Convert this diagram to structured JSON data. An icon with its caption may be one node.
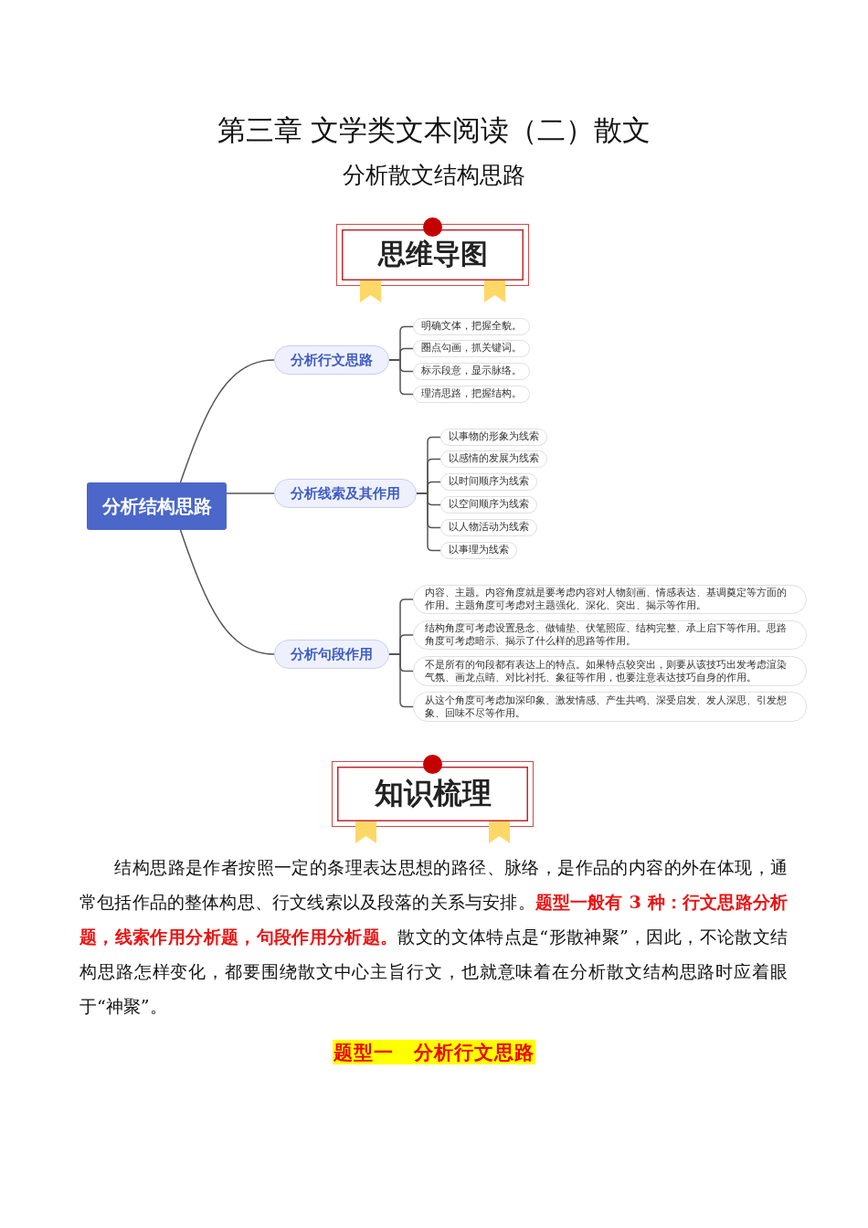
{
  "diagram": {
    "title": "第三章 文学类文本阅读（二）散文",
    "nodes": [
      {
        "text": [
          "思维导图"
        ]
      },
      {
        "text": [
          "分析结构思路"
        ]
      },
      {
        "text": [
          "分析行文思路"
        ]
      },
      {
        "text": [
          "明确文体，把握全貌。"
        ]
      },
      {
        "text": [
          "圈点勾画，抓关键词。"
        ]
      },
      {
        "text": [
          "标示段意，显示脉络。"
        ]
      },
      {
        "text": [
          "理清思路，把握结构。"
        ]
      },
      {
        "text": [
          "分析线索及其作用"
        ]
      },
      {
        "text": [
          "以事物的形象为线索"
        ]
      },
      {
        "text": [
          "以感情的发展为线索"
        ]
      },
      {
        "text": [
          "以时间顺序为线索"
        ]
      },
      {
        "text": [
          "以空间顺序为线索"
        ]
      },
      {
        "text": [
          "以人物活动为线索"
        ]
      },
      {
        "text": [
          "以事理为线索"
        ]
      },
      {
        "text": [
          "分析句段作用"
        ]
      },
      {
        "text": [
          "内容、主题。内容角度就是要考虑内容对人物刻画、情感表达、基调奠定等方面的作用。主题角度可考虑对主题强化、深化、突出、揭示等作用。"
        ]
      },
      {
        "text": [
          "结构角度可考虑设置悬念、做铺垫、伏笔照应、结构完整、承上启下等作用。思路角度可考虑暗示、揭示了什么样的思路等作用。"
        ]
      },
      {
        "text": [
          "不是所有的句段都有表达上的特点。如果特点较突出，则要从该技巧出发考虑渲染气氛、画龙点睛、对比衬托、象征等作用，也要注意表达技巧自身的作用。"
        ]
      },
      {
        "text": [
          "从这个角度可考虑加深印象、激发情感、产生共鸣、深受启发、发人深思、引发想象、回味不尽等作用。"
        ]
      },
      {
        "text": [
          "知识梳理"
        ]
      },
      {
        "text": [
          "题型一　分析行文思路"
        ]
      }
    ],
    "edges": [
      {
        "from": 1,
        "to": 2,
        "arrow": "none"
      },
      {
        "from": 1,
        "to": 7,
        "arrow": "none"
      },
      {
        "from": 1,
        "to": 14,
        "arrow": "none"
      },
      {
        "from": 2,
        "to": 3,
        "arrow": "none"
      },
      {
        "from": 2,
        "to": 4,
        "arrow": "none"
      },
      {
        "from": 2,
        "to": 5,
        "arrow": "none"
      },
      {
        "from": 2,
        "to": 6,
        "arrow": "none"
      },
      {
        "from": 7,
        "to": 8,
        "arrow": "none"
      },
      {
        "from": 7,
        "to": 9,
        "arrow": "none"
      },
      {
        "from": 7,
        "to": 10,
        "arrow": "none"
      },
      {
        "from": 7,
        "to": 11,
        "arrow": "none"
      },
      {
        "from": 7,
        "to": 12,
        "arrow": "none"
      },
      {
        "from": 7,
        "to": 13,
        "arrow": "none"
      },
      {
        "from": 14,
        "to": 15,
        "arrow": "none"
      },
      {
        "from": 14,
        "to": 16,
        "arrow": "none"
      },
      {
        "from": 14,
        "to": 17,
        "arrow": "none"
      },
      {
        "from": 14,
        "to": 18,
        "arrow": "none"
      }
    ],
    "labels": [
      "分析散文结构思路",
      "结构思路是作者按照一定的条理表达思想的路径、脉络，是作品的内容的外在体现，通常包括作品的整体构思、行文线索以及段落的关系与安排。**题型一般有 3 种：行文思路分析题，线索作用分析题，句段作用分析题。**散文的文体特点是“形散神聚”，因此，不论散文结构思路怎样变化，都要围绕散文中心主旨行文，也就意味着在分析散文结构思路时应着眼于“神聚”。"
    ]
  }
}
